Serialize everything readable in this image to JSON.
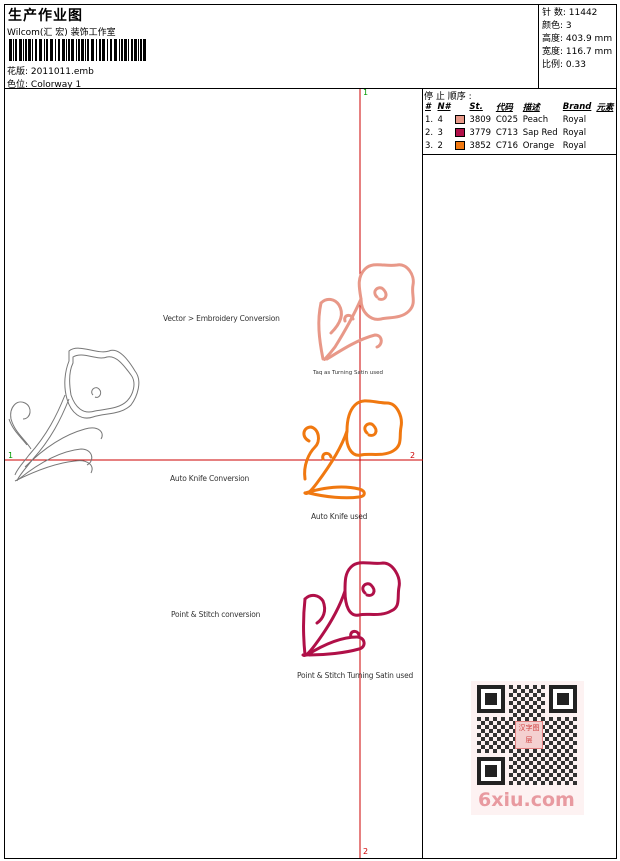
{
  "header": {
    "title": "生产作业图",
    "subtitle": "Wilcom(汇 宏) 装饰工作室",
    "design_label": "花版:",
    "design_value": "2011011.emb",
    "color_label": "色位:",
    "color_value": "Colorway 1"
  },
  "stats": [
    {
      "label": "针 数:",
      "value": "11442"
    },
    {
      "label": "颜色:",
      "value": "3"
    },
    {
      "label": "高度:",
      "value": "403.9 mm"
    },
    {
      "label": "宽度:",
      "value": "116.7 mm"
    },
    {
      "label": "比例:",
      "value": "0.33"
    }
  ],
  "stop_sequence": {
    "title": "停 止 顺序 :",
    "columns": [
      "#",
      "N#",
      "St.",
      "代码",
      "描述",
      "Brand",
      "元素"
    ],
    "rows": [
      {
        "num": "1.",
        "n": "4",
        "color": "#e89888",
        "st": "3809",
        "code": "C025",
        "desc": "Peach",
        "brand": "Royal"
      },
      {
        "num": "2.",
        "n": "3",
        "color": "#b01048",
        "st": "3779",
        "code": "C713",
        "desc": "Sap Red",
        "brand": "Royal"
      },
      {
        "num": "3.",
        "n": "2",
        "color": "#f07810",
        "st": "3852",
        "code": "C716",
        "desc": "Orange",
        "brand": "Royal"
      }
    ]
  },
  "canvas": {
    "labels": {
      "vector": "Vector > Embroidery Conversion",
      "turning": "Taq as Turning Satin used",
      "autoknife": "Auto Knife Conversion",
      "autoknife_used": "Auto Knife used",
      "point": "Point & Stitch conversion",
      "point_used": "Point & Stitch Turning Satin used"
    },
    "axis": {
      "top": "1",
      "bottom": "2",
      "left": "1",
      "right": "2"
    },
    "colors": {
      "peach": "#e89888",
      "orange": "#f07810",
      "sapred": "#b01048",
      "outline": "#777777",
      "axis": "#cc0000"
    }
  },
  "watermark": {
    "text": "6xiu.com",
    "badge": "汉字图层"
  }
}
